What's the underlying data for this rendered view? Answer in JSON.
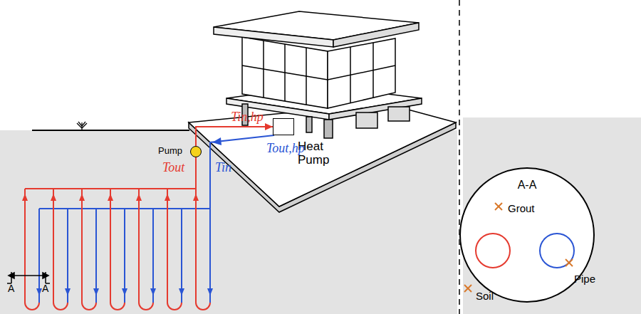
{
  "diagram": {
    "nodes": [
      {
        "text": [
          "Pump"
        ]
      },
      {
        "text": [
          "Heat Pump"
        ]
      },
      {
        "text": [
          "A-A",
          "Grout"
        ]
      }
    ],
    "edges": [
      {
        "from": 0,
        "to": 1,
        "arrow": "to",
        "label": "Tin,hp"
      }
    ],
    "labels": [
      "Tout",
      "Tin",
      "Tout,hp",
      "A",
      "A",
      "Pipe",
      "Soil"
    ]
  }
}
